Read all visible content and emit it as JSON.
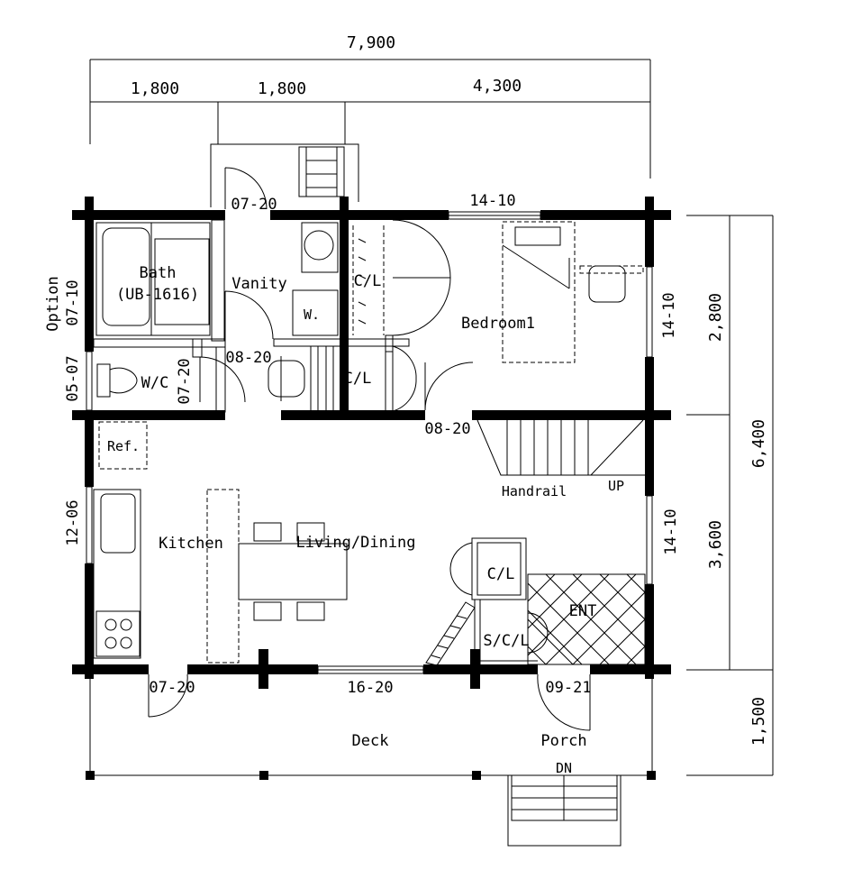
{
  "dimensions": {
    "total_width": "7,900",
    "seg_1": "1,800",
    "seg_2": "1,800",
    "seg_3": "4,300",
    "total_depth": "6,400",
    "upper_depth": "2,800",
    "lower_depth": "3,600",
    "deck_depth": "1,500"
  },
  "rooms": {
    "bath": "Bath",
    "bath_unit": "(UB-1616)",
    "vanity": "Vanity",
    "washer": "W.",
    "closet_1": "C/L",
    "closet_2": "C/L",
    "closet_3": "C/L",
    "bedroom": "Bedroom1",
    "wc": "W/C",
    "ref": "Ref.",
    "kitchen": "Kitchen",
    "living": "Living/Dining",
    "entrance": "ENT",
    "shoe_closet": "S/C/L",
    "deck": "Deck",
    "porch": "Porch",
    "handrail": "Handrail",
    "up": "UP",
    "down": "DN",
    "option": "Option"
  },
  "openings": {
    "top_door": "07-20",
    "bed_window_top": "14-10",
    "bath_window": "07-10",
    "bed_window_right": "14-10",
    "vanity_door": "08-20",
    "wc_door": "07-20",
    "wc_window": "05-07",
    "bed_door": "08-20",
    "kitchen_window": "12-06",
    "living_window_right": "14-10",
    "deck_door": "07-20",
    "sliding_door": "16-20",
    "entrance_door": "09-21"
  }
}
